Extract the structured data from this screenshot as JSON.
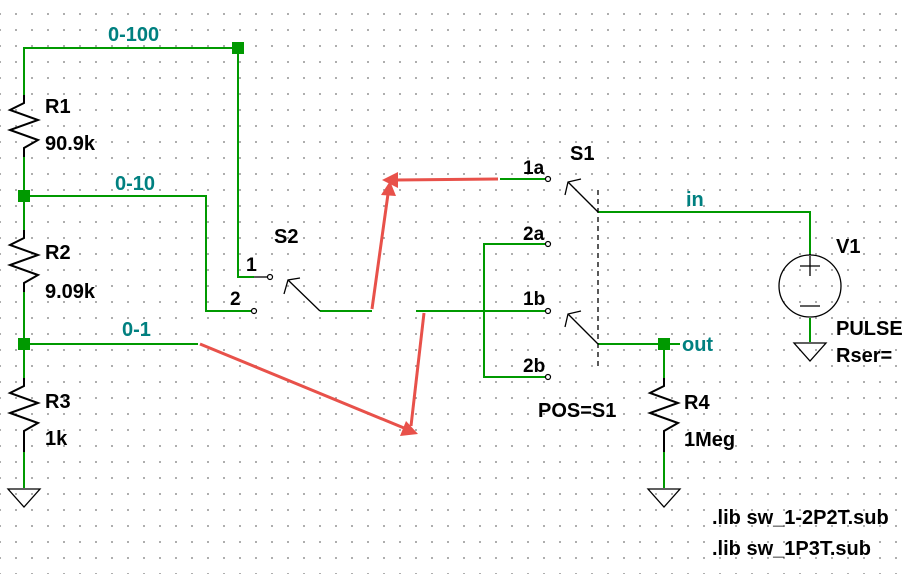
{
  "resistors": {
    "r1": {
      "name": "R1",
      "value": "90.9k"
    },
    "r2": {
      "name": "R2",
      "value": "9.09k"
    },
    "r3": {
      "name": "R3",
      "value": "1k"
    },
    "r4": {
      "name": "R4",
      "value": "1Meg"
    }
  },
  "nets": {
    "n100": "0-100",
    "n10": "0-10",
    "n1": "0-1",
    "in": "in",
    "out": "out"
  },
  "switches": {
    "s1": {
      "name": "S1",
      "param": "POS=S1",
      "pins": [
        "1a",
        "2a",
        "1b",
        "2b"
      ]
    },
    "s2": {
      "name": "S2",
      "pins": [
        "1",
        "2"
      ]
    }
  },
  "source": {
    "name": "V1",
    "value": "PULSE",
    "rser": "Rser="
  },
  "directives": [
    ".lib sw_1-2P2T.sub",
    ".lib sw_1P3T.sub"
  ],
  "colors": {
    "wire": "#009900",
    "net_label": "#008080",
    "annotation_arrow": "#e8514a",
    "grid_dot": "#9a9a9a"
  }
}
